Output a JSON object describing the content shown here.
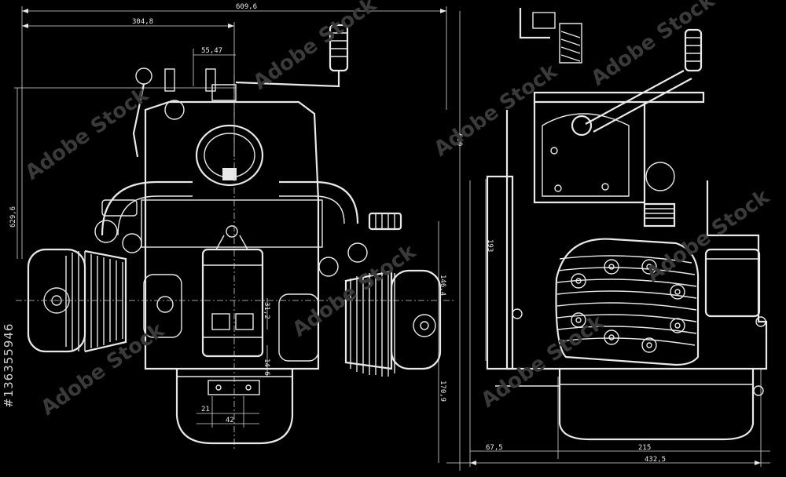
{
  "drawing": {
    "front_view": {
      "dimensions": {
        "overall_width": "609,6",
        "half_width": "304,8",
        "crank_offset": "55,47",
        "height_left": "629,6",
        "height_right": "600",
        "upper_height": "146,4",
        "lower_height": "170,9",
        "small_a": "31,2",
        "small_b": "14,6",
        "bottom_a": "21",
        "bottom_b": "42"
      }
    },
    "side_view": {
      "dimensions": {
        "vertical": "193",
        "bottom_left": "67,5",
        "bottom_mid": "215",
        "bottom_total": "432,5"
      }
    }
  },
  "watermark": "Adobe Stock",
  "image_id": "#136355946"
}
